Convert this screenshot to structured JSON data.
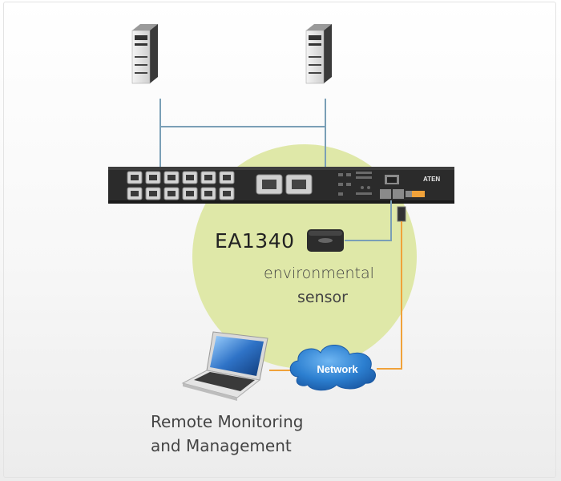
{
  "device": {
    "model": "EA1340",
    "sensor_line1": "environmental",
    "sensor_line2": "sensor",
    "brand": "ATEN"
  },
  "network": {
    "label": "Network"
  },
  "remote": {
    "line1": "Remote Monitoring",
    "line2": "and Management"
  },
  "colors": {
    "circle": "#dfe8a8",
    "cable_blue": "#7a9fb6",
    "cable_orange": "#f0a23a",
    "cloud": "#2c7fd0",
    "pdu": "#2b2b2b"
  },
  "icons": [
    "server-icon",
    "server-icon",
    "pdu-device",
    "environmental-sensor-icon",
    "laptop-icon",
    "network-cloud-icon"
  ]
}
